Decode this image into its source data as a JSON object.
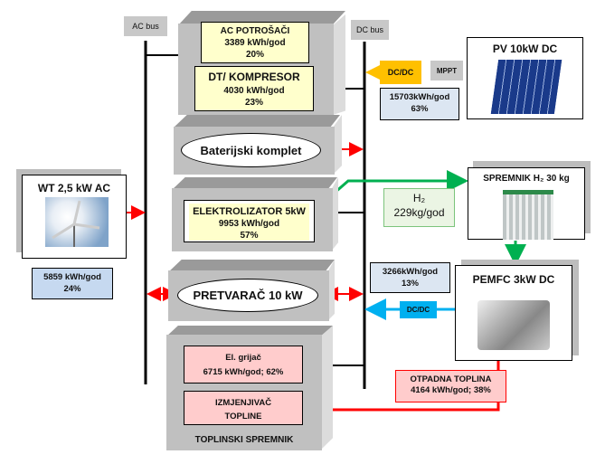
{
  "buses": {
    "ac": "AC bus",
    "dc": "DC bus"
  },
  "ac_loads": {
    "title": "AC POTROŠAČI",
    "energy": "3389 kWh/god",
    "share": "20%"
  },
  "compressor": {
    "title": "DT/ KOMPRESOR",
    "energy": "4030 kWh/god",
    "share": "23%"
  },
  "battery": {
    "title": "Baterijski komplet"
  },
  "electrolyzer": {
    "title": "ELEKTROLIZATOR 5kW",
    "energy": "9953 kWh/god",
    "share": "57%"
  },
  "inverter": {
    "title": "PRETVARAČ 10 kW"
  },
  "heat_storage": {
    "title": "TOPLINSKI SPREMNIK",
    "heater_title": "El. grijač",
    "heater_value": "6715 kWh/god; 62%",
    "exchanger_line1": "IZMJENJIVAČ",
    "exchanger_line2": "TOPLINE"
  },
  "wind": {
    "title": "WT 2,5 kW AC",
    "energy": "5859 kWh/god",
    "share": "24%"
  },
  "pv": {
    "title": "PV 10kW DC",
    "mppt": "MPPT",
    "dcdc": "DC/DC",
    "energy": "15703kWh/god",
    "share": "63%"
  },
  "hydrogen": {
    "line1": "H₂",
    "line2": "229kg/god"
  },
  "h2_tank": {
    "title": "SPREMNIK H₂ 30 kg"
  },
  "fuel_cell": {
    "title": "PEMFC  3kW DC",
    "dcdc": "DC/DC",
    "energy": "3266kWh/god",
    "share": "13%"
  },
  "waste_heat": {
    "title": "OTPADNA TOPLINA",
    "value": "4164 kWh/god; 38%"
  },
  "colors": {
    "ac_dc_power": "#000000",
    "bidirectional": "#ff0000",
    "hydrogen": "#00b050",
    "pv": "#ffc000",
    "fuel_cell": "#00b0f0"
  }
}
